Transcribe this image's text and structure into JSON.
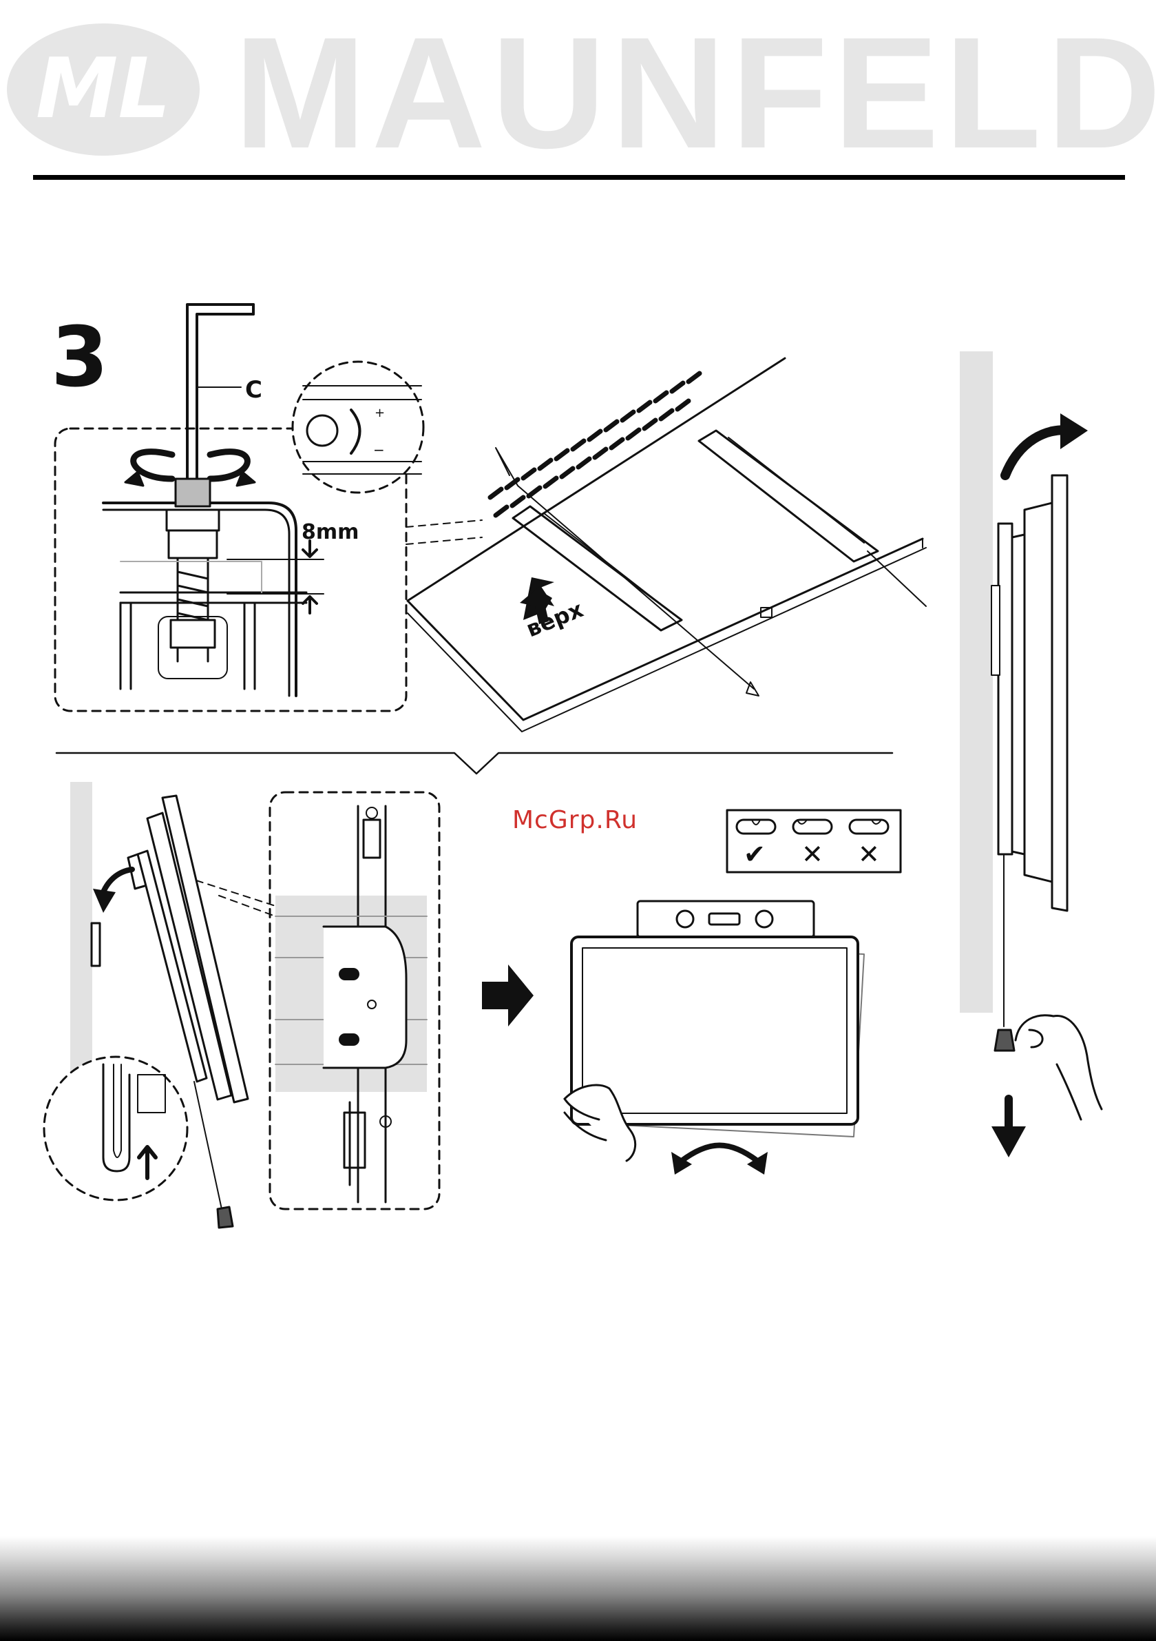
{
  "header": {
    "brand_name": "MAUNFELD",
    "logo_monogram": "ML"
  },
  "step": {
    "number": "3"
  },
  "labels": {
    "tool_letter": "C",
    "gap": "8mm",
    "top_direction": "верх"
  },
  "level_check": {
    "marks": [
      "✔",
      "✕",
      "✕"
    ]
  },
  "watermark": "McGrp.Ru",
  "colors": {
    "brand_gray": "#e6e6e6",
    "ink": "#111111",
    "panel_gray": "#e2e2e2",
    "watermark_red": "#d0312d"
  }
}
